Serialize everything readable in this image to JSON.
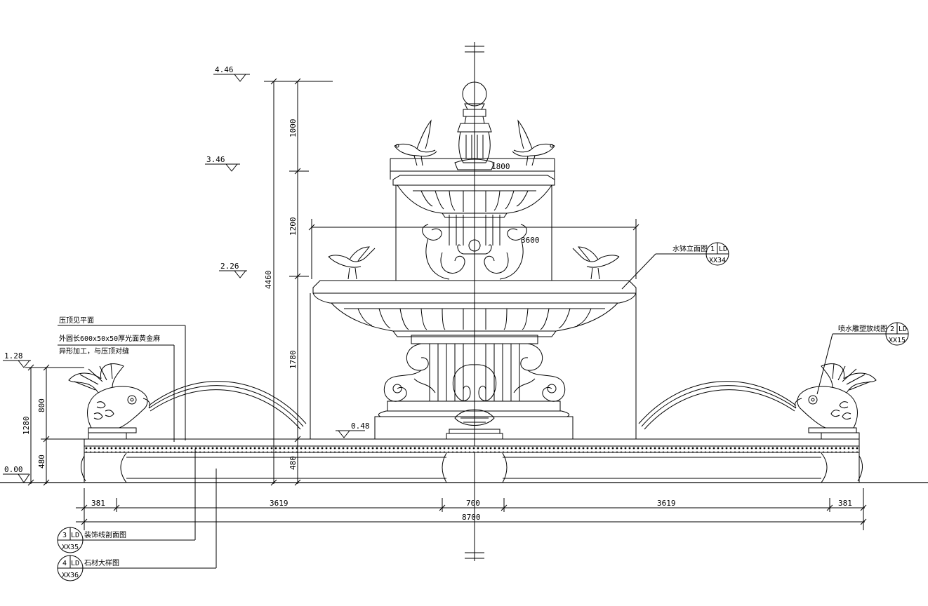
{
  "elevations": {
    "top": "4.46",
    "upper_basin": "3.46",
    "middle_basin": "2.26",
    "fish": "1.28",
    "pool": "0.48",
    "ground": "0.00"
  },
  "dimensions": {
    "vertical": {
      "overall": "4460",
      "top_section": "1000",
      "upper_section": "1200",
      "middle_section": "1780",
      "base_section": "480",
      "fish_total": "1280",
      "fish_upper": "800",
      "fish_base": "480"
    },
    "horizontal": {
      "upper_width": "1800",
      "middle_width": "3600",
      "segments": [
        "381",
        "3619",
        "700",
        "3619",
        "381"
      ],
      "overall": "8700"
    }
  },
  "notes": {
    "coping": "压顶见平面",
    "trim_line1": "外圆长600x50x50厚光面黄金麻",
    "trim_line2": "异形加工，与压顶对缝"
  },
  "callouts": {
    "bowl": {
      "label": "水钵立面图",
      "num": "1",
      "code": "LD",
      "sheet": "XX34"
    },
    "spray": {
      "label": "喷水雕塑放线图",
      "num": "2",
      "code": "LD",
      "sheet": "XX15"
    },
    "molding": {
      "label": "装饰线剖面图",
      "num": "3",
      "code": "LD",
      "sheet": "XX35"
    },
    "stone": {
      "label": "石材大样图",
      "num": "4",
      "code": "LD",
      "sheet": "XX36"
    }
  }
}
